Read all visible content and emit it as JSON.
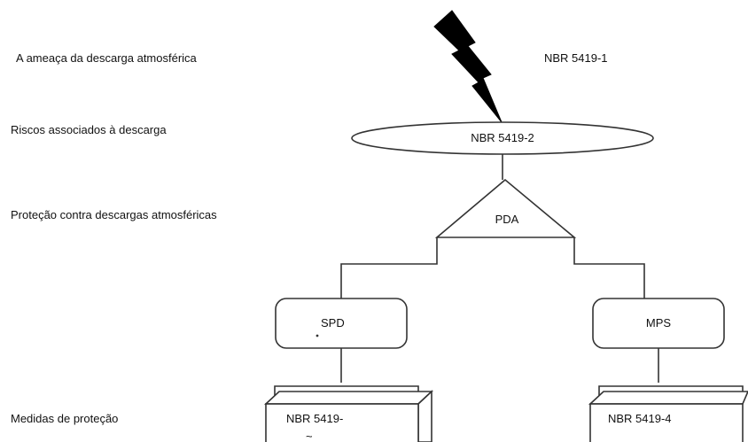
{
  "left_labels": {
    "threat": "A ameaça da descarga atmosférica",
    "risks": "Riscos associados à descarga",
    "protection": "Proteção contra descargas atmosféricas",
    "measures": "Medidas de proteção"
  },
  "nodes": {
    "nbr1": "NBR 5419-1",
    "nbr2": "NBR 5419-2",
    "pda": "PDA",
    "spd": "SPD",
    "mps": "MPS",
    "nbr3": "NBR 5419-",
    "nbr4": "NBR 5419-4"
  },
  "icons": {
    "lightning": "lightning-bolt-icon"
  },
  "colors": {
    "stroke": "#333333",
    "bolt": "#000000",
    "background": "#ffffff"
  }
}
